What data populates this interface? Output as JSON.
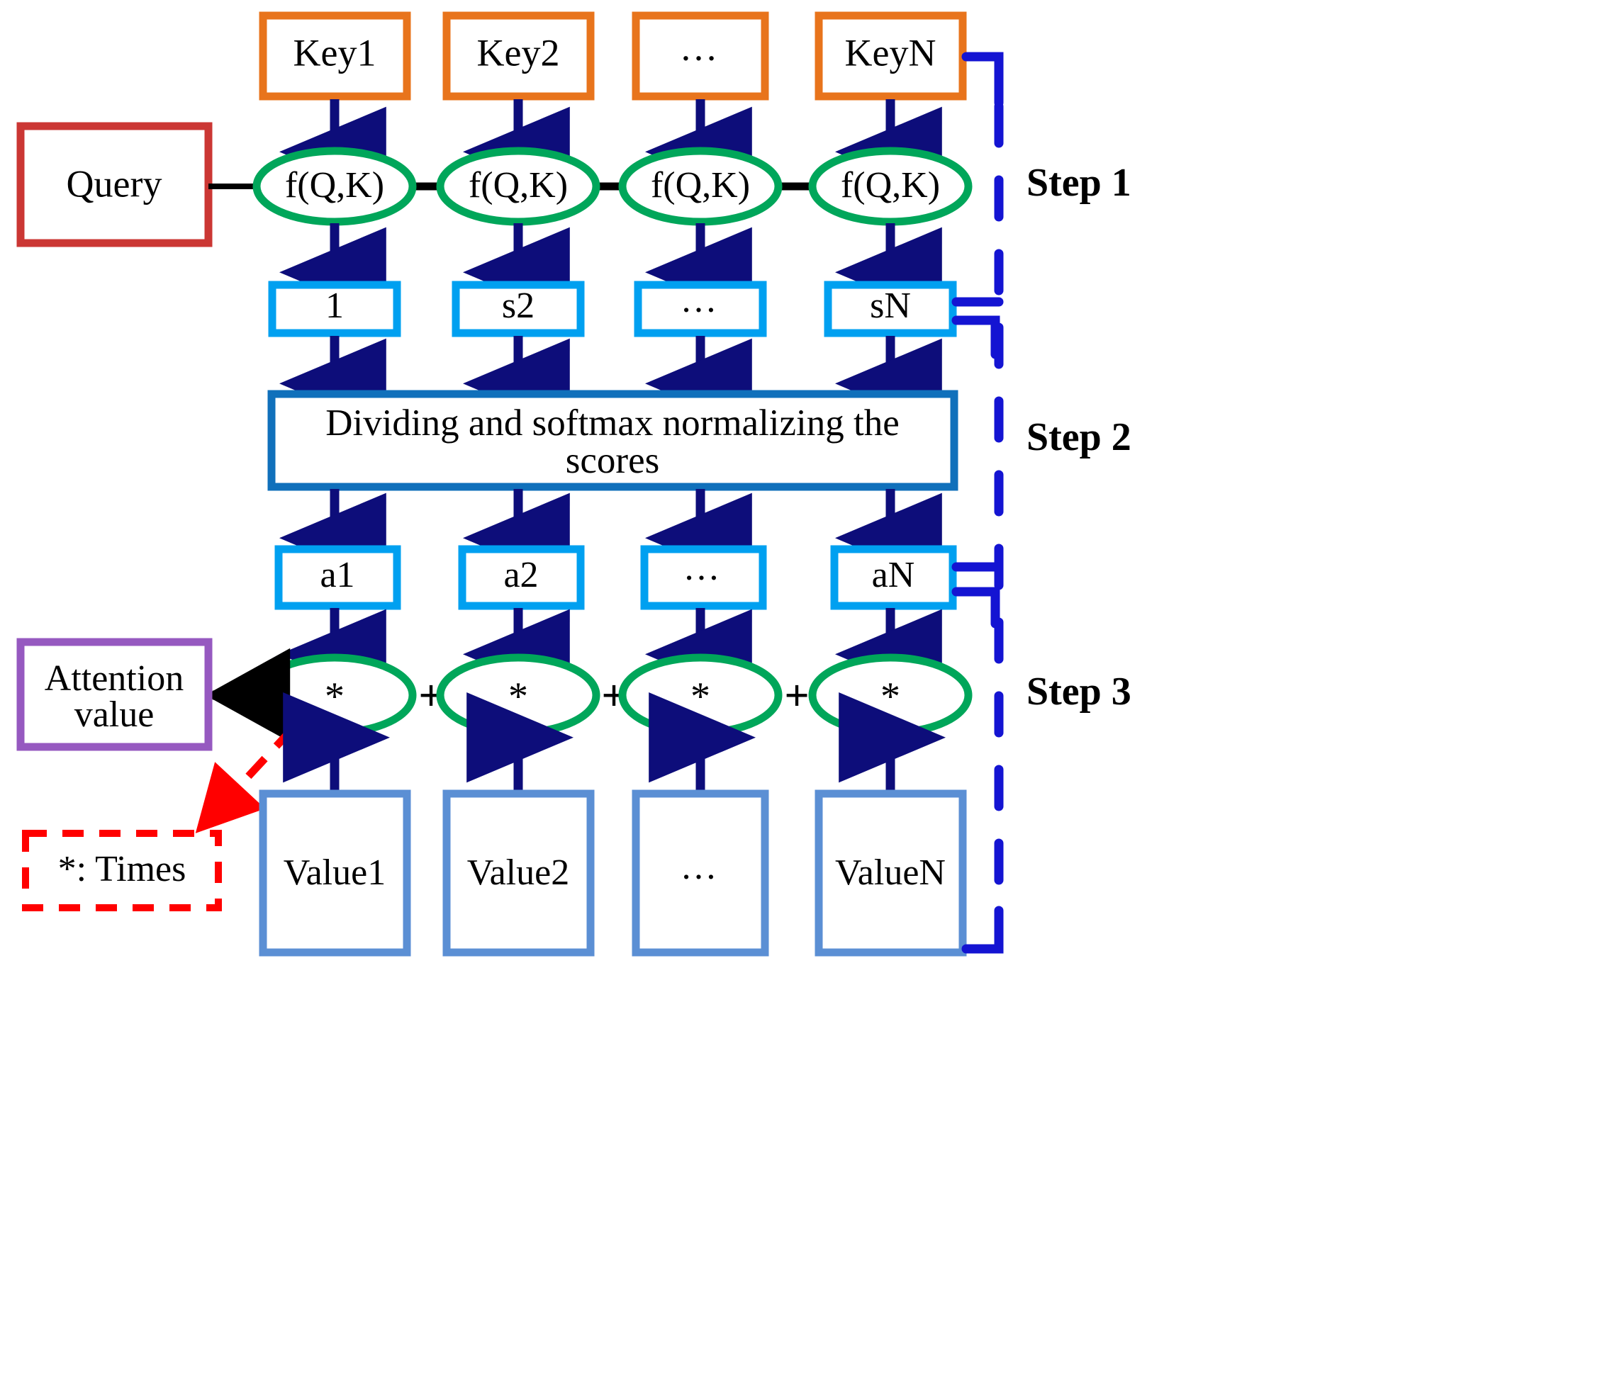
{
  "diagram": {
    "title": "Attention mechanism three-step computation diagram",
    "colors": {
      "key_box_border": "#E8741C",
      "query_box_border": "#CB3734",
      "fqk_ellipse_border": "#00A65A",
      "score_box_border": "#00A0F0",
      "softmax_box_border": "#1070BB",
      "weight_box_border": "#00A0F0",
      "times_ellipse_border": "#00A65A",
      "attention_box_border": "#9659C0",
      "value_box_border": "#5B8FD4",
      "legend_border": "#FF0000",
      "arrow": "#0D0D7A",
      "bracket_line": "#1414D2",
      "connector": "#000000",
      "background": "#FFFFFF"
    },
    "keys": {
      "row_label": "keys",
      "items": [
        {
          "id": "key1",
          "label": "Key1"
        },
        {
          "id": "key2",
          "label": "Key2"
        },
        {
          "id": "key-ellipsis",
          "label": "…"
        },
        {
          "id": "keyN",
          "label": "KeyN"
        }
      ]
    },
    "query": {
      "id": "query",
      "label": "Query"
    },
    "score_functions": {
      "row_label": "score-function",
      "items": [
        {
          "id": "fqk1",
          "label": "f(Q,K)"
        },
        {
          "id": "fqk2",
          "label": "f(Q,K)"
        },
        {
          "id": "fqk3",
          "label": "f(Q,K)"
        },
        {
          "id": "fqkN",
          "label": "f(Q,K)"
        }
      ]
    },
    "scores": {
      "row_label": "raw-scores",
      "items": [
        {
          "id": "s1",
          "label": "1"
        },
        {
          "id": "s2",
          "label": "s2"
        },
        {
          "id": "s-ellipsis",
          "label": "…"
        },
        {
          "id": "sN",
          "label": "sN"
        }
      ]
    },
    "softmax": {
      "id": "softmax",
      "label": "Dividing and softmax normalizing the scores",
      "line1": "Dividing and softmax normalizing the",
      "line2": "scores"
    },
    "weights": {
      "row_label": "attention-weights",
      "items": [
        {
          "id": "a1",
          "label": "a1"
        },
        {
          "id": "a2",
          "label": "a2"
        },
        {
          "id": "a-ellipsis",
          "label": "…"
        },
        {
          "id": "aN",
          "label": "aN"
        }
      ]
    },
    "multipliers": {
      "row_label": "multiply-nodes",
      "symbol": "*",
      "items": [
        {
          "id": "mul1",
          "label": "*"
        },
        {
          "id": "mul2",
          "label": "*"
        },
        {
          "id": "mul3",
          "label": "*"
        },
        {
          "id": "mulN",
          "label": "*"
        }
      ],
      "separators": [
        "+",
        "+",
        "+"
      ]
    },
    "values": {
      "row_label": "values",
      "items": [
        {
          "id": "value1",
          "label": "Value1"
        },
        {
          "id": "value2",
          "label": "Value2"
        },
        {
          "id": "value-ellipsis",
          "label": "…"
        },
        {
          "id": "valueN",
          "label": "ValueN"
        }
      ]
    },
    "attention_output": {
      "id": "attention-value",
      "label": "Attention value",
      "line1": "Attention",
      "line2": "value"
    },
    "legend": {
      "id": "times-legend",
      "label": "*: Times"
    },
    "steps": [
      {
        "id": "step-1",
        "label": "Step 1"
      },
      {
        "id": "step-2",
        "label": "Step 2"
      },
      {
        "id": "step-3",
        "label": "Step 3"
      }
    ]
  }
}
